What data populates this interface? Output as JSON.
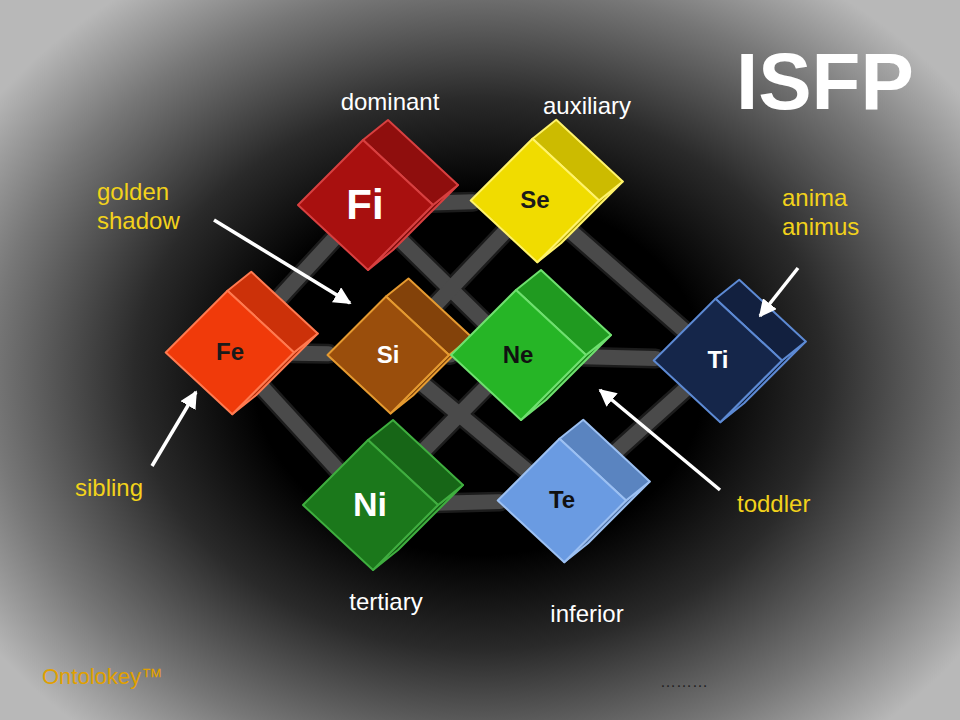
{
  "diagram": {
    "title": "ISFP",
    "nodes": [
      {
        "text": [
          "Fi"
        ]
      },
      {
        "text": [
          "Se"
        ]
      },
      {
        "text": [
          "Fe"
        ]
      },
      {
        "text": [
          "Si"
        ]
      },
      {
        "text": [
          "Ne"
        ]
      },
      {
        "text": [
          "Ti"
        ]
      },
      {
        "text": [
          "Ni"
        ]
      },
      {
        "text": [
          "Te"
        ]
      }
    ],
    "edges": [
      {
        "from": 0,
        "to": 1,
        "arrow": "none"
      },
      {
        "from": 0,
        "to": 2,
        "arrow": "none"
      },
      {
        "from": 0,
        "to": 4,
        "arrow": "none"
      },
      {
        "from": 1,
        "to": 3,
        "arrow": "none"
      },
      {
        "from": 1,
        "to": 5,
        "arrow": "none"
      },
      {
        "from": 2,
        "to": 3,
        "arrow": "none"
      },
      {
        "from": 2,
        "to": 6,
        "arrow": "none"
      },
      {
        "from": 3,
        "to": 4,
        "arrow": "none"
      },
      {
        "from": 3,
        "to": 7,
        "arrow": "none"
      },
      {
        "from": 4,
        "to": 5,
        "arrow": "none"
      },
      {
        "from": 4,
        "to": 6,
        "arrow": "none"
      },
      {
        "from": 6,
        "to": 7,
        "arrow": "none"
      },
      {
        "from": 7,
        "to": 5,
        "arrow": "none"
      }
    ],
    "labels": [
      "dominant",
      "auxiliary",
      "golden shadow",
      "anima animus",
      "sibling",
      "toddler",
      "tertiary",
      "inferior",
      "Ontolokey™",
      "………"
    ]
  }
}
